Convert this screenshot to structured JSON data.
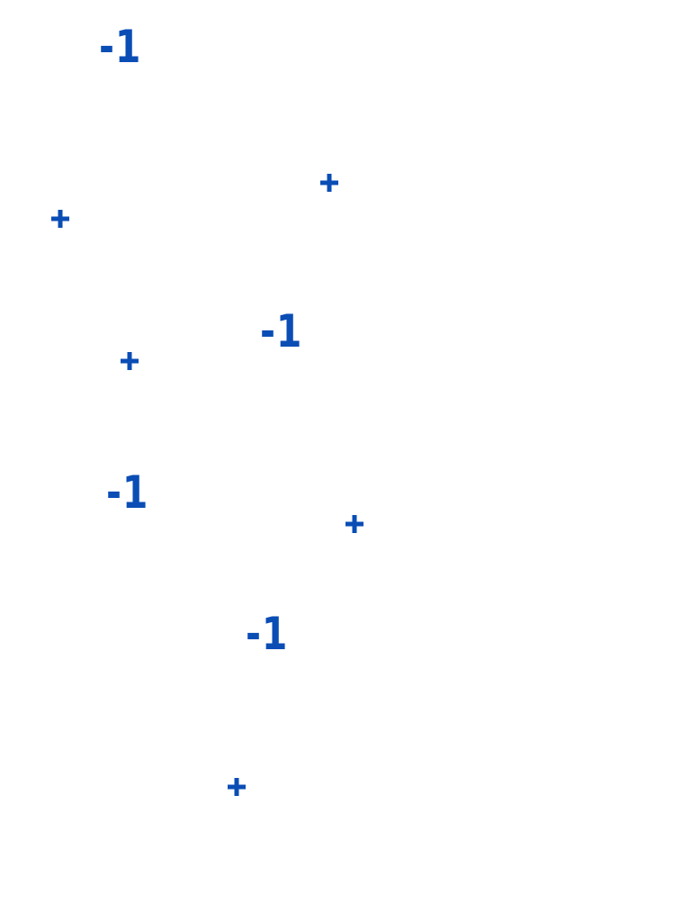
{
  "colors": {
    "background": "#ffffff",
    "marker": "#0a4db5"
  },
  "score_popups": [
    {
      "text": "-1"
    },
    {
      "text": "-1"
    },
    {
      "text": "-1"
    },
    {
      "text": "-1"
    }
  ],
  "markers": [
    {
      "icon": "plus-icon"
    },
    {
      "icon": "plus-icon"
    },
    {
      "icon": "plus-icon"
    },
    {
      "icon": "plus-icon"
    },
    {
      "icon": "plus-icon"
    }
  ]
}
